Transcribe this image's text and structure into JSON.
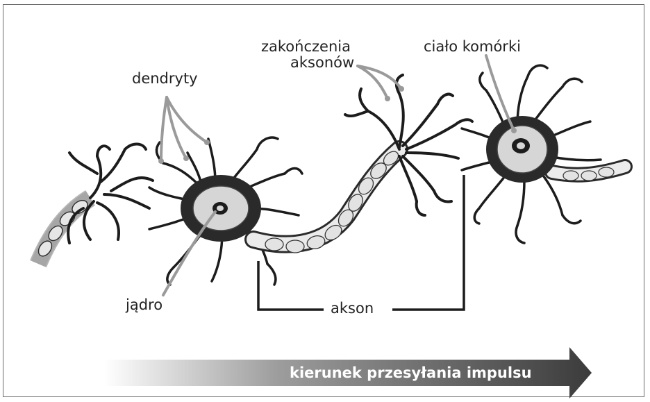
{
  "labels": {
    "dendrites": "dendryty",
    "axon_terminals_line1": "zakończenia",
    "axon_terminals_line2": "aksonów",
    "cell_body": "ciało komórki",
    "nucleus": "jądro",
    "axon": "akson"
  },
  "arrow": {
    "text": "kierunek przesyłania impulsu"
  },
  "colors": {
    "ink": "#1c1c1c",
    "pointer": "#9a9a9a",
    "soma": "#d6d6d6",
    "arrow_dark": "#3b3b3b",
    "arrow_light": "#ffffff"
  }
}
